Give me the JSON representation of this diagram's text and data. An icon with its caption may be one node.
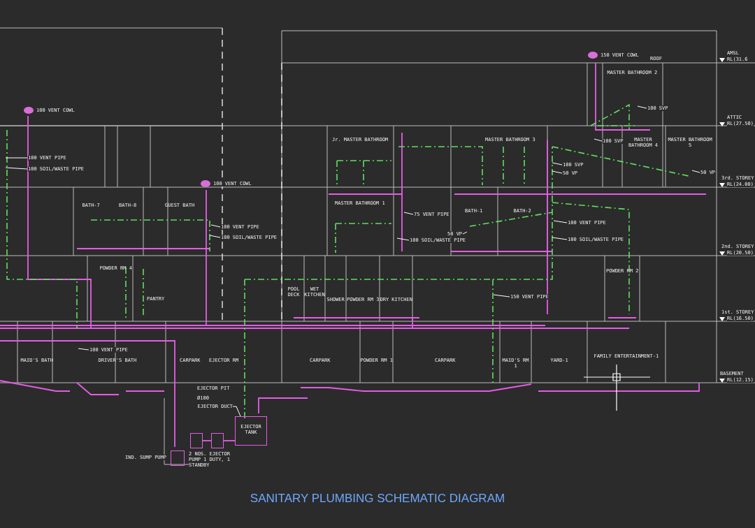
{
  "diagram": {
    "title": "SANITARY PLUMBING SCHEMATIC DIAGRAM",
    "nodes": [
      {
        "text": [
          "MASTER BATHROOM 2"
        ]
      },
      {
        "text": [
          "Jr. MASTER BATHROOM"
        ]
      },
      {
        "text": [
          "MASTER BATHROOM 3"
        ]
      },
      {
        "text": [
          "MASTER BATHROOM 4"
        ]
      },
      {
        "text": [
          "MASTER BATHROOM 5"
        ]
      },
      {
        "text": [
          "MASTER BATHROOM 1"
        ]
      },
      {
        "text": [
          "BATH-1"
        ]
      },
      {
        "text": [
          "BATH-2"
        ]
      },
      {
        "text": [
          "POOL DECK"
        ]
      },
      {
        "text": [
          "WET KITCHEN"
        ]
      },
      {
        "text": [
          "SHOWER"
        ]
      },
      {
        "text": [
          "POWDER RM 3"
        ]
      },
      {
        "text": [
          "DRY KITCHEN"
        ]
      },
      {
        "text": [
          "POWDER RM 2"
        ]
      },
      {
        "text": [
          "CARPARK"
        ]
      },
      {
        "text": [
          "POWDER RM 1"
        ]
      },
      {
        "text": [
          "CARPARK"
        ]
      },
      {
        "text": [
          "MAID'S RM 1"
        ]
      },
      {
        "text": [
          "YARD-1"
        ]
      },
      {
        "text": [
          "FAMILY ENTERTAINMENT-1"
        ]
      },
      {
        "text": [
          "BATH-7"
        ]
      },
      {
        "text": [
          "BATH-8"
        ]
      },
      {
        "text": [
          "GUEST BATH"
        ]
      },
      {
        "text": [
          "POWDER RM 4"
        ]
      },
      {
        "text": [
          "PANTRY"
        ]
      },
      {
        "text": [
          "MAID'S BATH"
        ]
      },
      {
        "text": [
          "DRIVER'S BATH"
        ]
      },
      {
        "text": [
          "CARPARK"
        ]
      },
      {
        "text": [
          "EJECTOR RM"
        ]
      },
      {
        "text": [
          "EJECTOR TANK"
        ]
      },
      {
        "text": [],
        "shape": "box"
      },
      {
        "text": [],
        "shape": "box"
      },
      {
        "text": [],
        "shape": "box",
        "beside": [
          "IND. SUMP PUMP"
        ]
      },
      {
        "text": [],
        "shape": "circle",
        "beside": [
          "100 VENT COWL"
        ]
      },
      {
        "text": [],
        "shape": "circle",
        "beside": [
          "100 VENT COWL"
        ]
      },
      {
        "text": [],
        "shape": "circle",
        "beside": [
          "150 VENT COWL"
        ]
      },
      {
        "text": [
          "EJECTOR DUCT"
        ]
      },
      {
        "text": [
          "100 VENT PIPE"
        ]
      },
      {
        "text": [
          "100 SOIL/WASTE PIPE"
        ]
      },
      {
        "text": [
          "100 VENT PIPE"
        ]
      },
      {
        "text": [
          "100 SOIL/WASTE PIPE"
        ]
      },
      {
        "text": [
          "100 VENT PIPE"
        ]
      },
      {
        "text": [
          "75 VENT PIPE"
        ]
      },
      {
        "text": [
          "100 SOIL/WASTE PIPE"
        ]
      },
      {
        "text": [
          "100 VENT PIPE"
        ]
      },
      {
        "text": [
          "100 SOIL/WASTE PIPE"
        ]
      },
      {
        "text": [
          "150 VENT PIPE"
        ]
      },
      {
        "text": [
          "50 VP"
        ]
      },
      {
        "text": [
          "100 SVP"
        ]
      },
      {
        "text": [
          "100 SVP"
        ]
      },
      {
        "text": [
          "100 SVP"
        ]
      },
      {
        "text": [
          "50 VP"
        ]
      },
      {
        "text": [
          "50 VP"
        ]
      }
    ],
    "edges": [
      {
        "from": 36,
        "to": 29,
        "arrow": "none"
      },
      {
        "from": 30,
        "to": 31,
        "arrow": "none",
        "color": "#e65ce6"
      },
      {
        "from": 31,
        "to": 29,
        "arrow": "none",
        "color": "#e65ce6"
      },
      {
        "from": 37,
        "to": null,
        "arrow": "none"
      },
      {
        "from": 38,
        "to": null,
        "arrow": "none"
      },
      {
        "from": 39,
        "to": null,
        "arrow": "none"
      },
      {
        "from": 40,
        "to": null,
        "arrow": "none"
      },
      {
        "from": 41,
        "to": null,
        "arrow": "none"
      },
      {
        "from": 42,
        "to": null,
        "arrow": "none"
      },
      {
        "from": 43,
        "to": null,
        "arrow": "none"
      },
      {
        "from": 44,
        "to": null,
        "arrow": "none"
      },
      {
        "from": 45,
        "to": null,
        "arrow": "none"
      },
      {
        "from": 46,
        "to": null,
        "arrow": "none"
      },
      {
        "from": 47,
        "to": null,
        "arrow": "none"
      },
      {
        "from": 48,
        "to": null,
        "arrow": "none"
      },
      {
        "from": 49,
        "to": null,
        "arrow": "none"
      },
      {
        "from": 50,
        "to": null,
        "arrow": "none"
      },
      {
        "from": 51,
        "to": null,
        "arrow": "none"
      },
      {
        "from": 52,
        "to": null,
        "arrow": "none"
      }
    ],
    "labels": [
      "ROOF",
      "AMSL",
      "RL(31.6",
      "ATTIC",
      "RL(27.50)",
      "3rd. STOREY",
      "RL(24.00)",
      "2nd. STOREY",
      "RL(20.50)",
      "1st. STOREY",
      "RL(16.50)",
      "BASEMENT",
      "RL(12.15)",
      "EJECTOR PIT",
      "Ø100",
      "2 NOS. EJECTOR PUMP 1 DUTY, 1 STANDBY"
    ]
  }
}
